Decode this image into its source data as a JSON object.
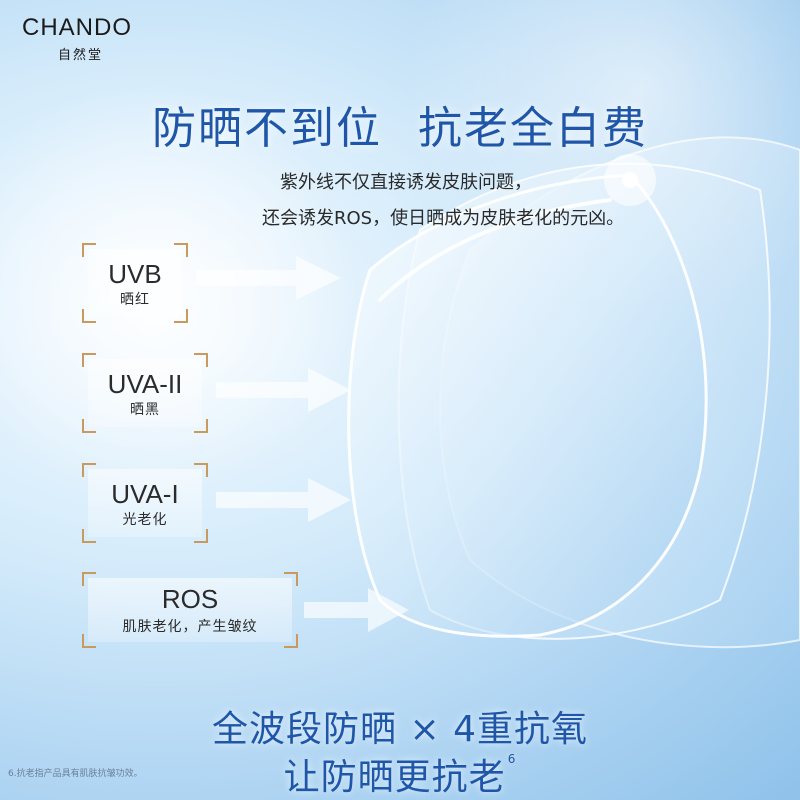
{
  "brand": {
    "name_en": "CHANDO",
    "name_cn": "自然堂"
  },
  "headline": {
    "part1": "防晒不到位",
    "part2": "抗老全白费"
  },
  "description": {
    "line1": "紫外线不仅直接诱发皮肤问题，",
    "line2": "还会诱发ROS，使日晒成为皮肤老化的元凶。"
  },
  "labels": [
    {
      "main": "UVB",
      "sub": "晒红"
    },
    {
      "main": "UVA-II",
      "sub": "晒黑"
    },
    {
      "main": "UVA-I",
      "sub": "光老化"
    },
    {
      "main": "ROS",
      "sub": "肌肤老化，产生皱纹"
    }
  ],
  "bottom": {
    "line1": "全波段防晒 × 4重抗氧",
    "line2": "让防晒更抗老",
    "superscript": "6"
  },
  "footnote": "6.抗老指产品具有肌肤抗皱功效。",
  "colors": {
    "headline": "#1f56a8",
    "frame_gold": "#c89a5e",
    "background": "#a9d1f1"
  }
}
